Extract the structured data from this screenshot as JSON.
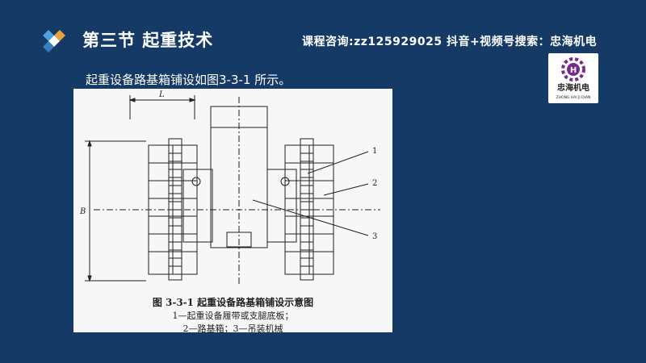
{
  "header": {
    "title": "第三节  起重技术",
    "contact": "课程咨询:zz125929025   抖音+视频号搜索：忠海机电"
  },
  "brand": {
    "text": "忠海机电",
    "subtext": "ZHONG HAI JI DIAN"
  },
  "content": {
    "subtitle": "起重设备路基箱铺设如图3-3-1 所示。"
  },
  "figure": {
    "caption_title": "图 3-3-1    起重设备路基箱铺设示意图",
    "caption_line1": "1—起重设备履带或支腿底板；",
    "caption_line2": "2—路基箱；3—吊装机械",
    "labels": {
      "dim_l": "L",
      "dim_b": "B",
      "callout_1": "1",
      "callout_2": "2",
      "callout_3": "3"
    }
  },
  "colors": {
    "background": "#153a66",
    "figure_bg": "#f7f7f7"
  }
}
